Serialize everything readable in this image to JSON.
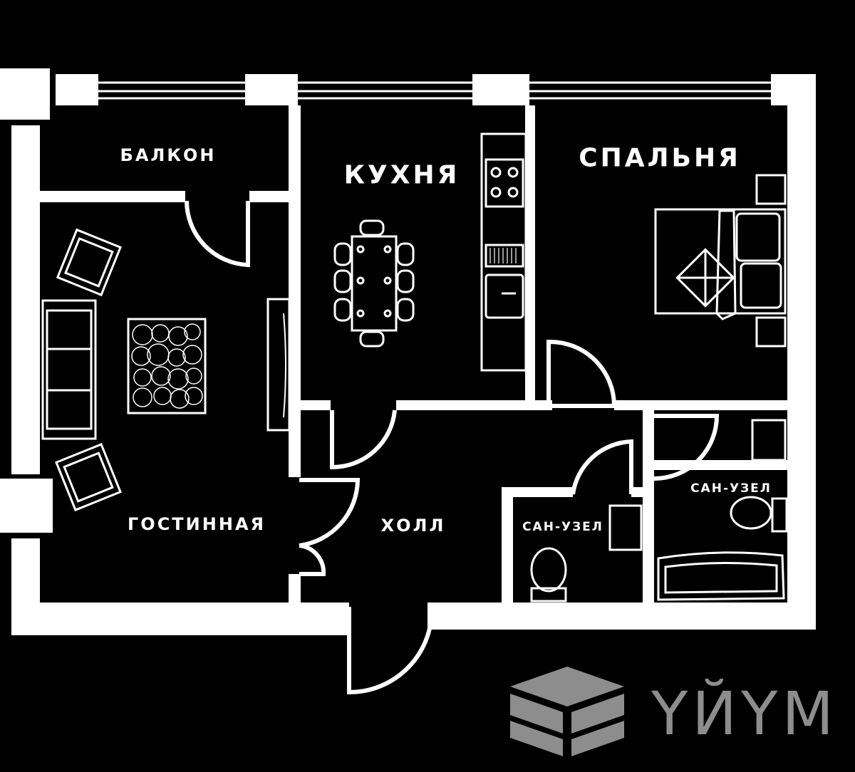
{
  "rooms": {
    "balcony": "БАЛКОН",
    "kitchen": "КУХНЯ",
    "bedroom": "СПАЛЬНЯ",
    "living_room": "ГОСТИННАЯ",
    "hall": "ХОЛЛ",
    "bathroom_small": "САН-УЗЕЛ",
    "bathroom_large": "САН-УЗЕЛ"
  },
  "logo": {
    "text": "ҮЙҮМ",
    "color": "#8d8d8d"
  },
  "colors": {
    "background": "#000000",
    "walls": "#ffffff"
  }
}
